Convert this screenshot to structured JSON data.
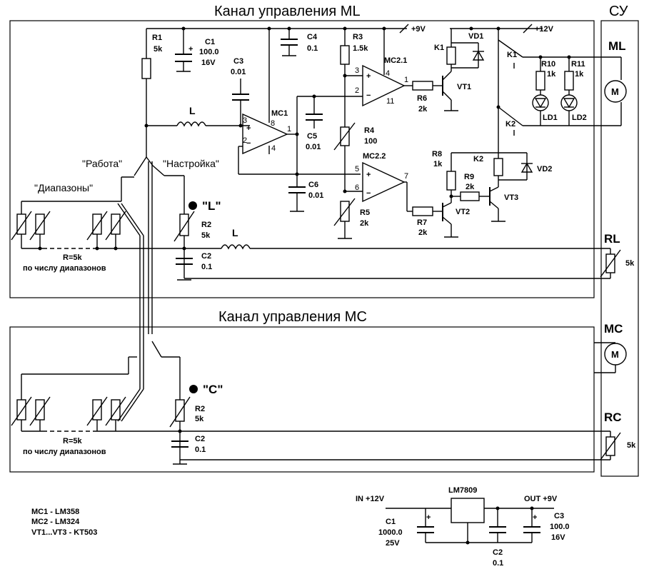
{
  "titles": {
    "ml_channel": "Канал управления ML",
    "mc_channel": "Канал управления МС",
    "su": "СУ"
  },
  "connectors": {
    "ml": "ML",
    "rl": "RL",
    "mc": "MC",
    "rc": "RC",
    "motor_symbol": "M",
    "rl_value": "5k",
    "rc_value": "5k"
  },
  "rails": {
    "plus9": "+9V",
    "plus12": "+12V"
  },
  "switches": {
    "rabota": "\"Работа\"",
    "nastroyka": "\"Настройка\"",
    "diapazony": "\"Диапазоны\""
  },
  "test_points": {
    "l": "\"L\"",
    "c": "\"C\""
  },
  "ml_components": {
    "r1": [
      "R1",
      "5k"
    ],
    "c1": [
      "C1",
      "100.0",
      "16V"
    ],
    "c3": [
      "C3",
      "0.01"
    ],
    "c4": [
      "C4",
      "0.1"
    ],
    "r3": [
      "R3",
      "1.5k"
    ],
    "mc21": "MC2.1",
    "mc1": "MC1",
    "vd1": "VD1",
    "k1": "K1",
    "k1_contact": "K1",
    "r10": [
      "R10",
      "1k"
    ],
    "r11": [
      "R11",
      "1k"
    ],
    "ld1": "LD1",
    "ld2": "LD2",
    "r6": [
      "R6",
      "2k"
    ],
    "vt1": "VT1",
    "l_upper": "L",
    "c5": [
      "C5",
      "0.01"
    ],
    "r4": [
      "R4",
      "100"
    ],
    "k2_contact": "K2",
    "k2": "K2",
    "vd2": "VD2",
    "r8": [
      "R8",
      "1k"
    ],
    "r9": [
      "R9",
      "2k"
    ],
    "mc22": "MC2.2",
    "c6": [
      "C6",
      "0.01"
    ],
    "r5": [
      "R5",
      "2k"
    ],
    "r7": [
      "R7",
      "2k"
    ],
    "vt2": "VT2",
    "vt3": "VT3",
    "r2": [
      "R2",
      "5k"
    ],
    "l_lower": "L",
    "c2": [
      "C2",
      "0.1"
    ],
    "r_bank": [
      "R=5k",
      "по числу диапазонов"
    ]
  },
  "mc_components": {
    "r2": [
      "R2",
      "5k"
    ],
    "c2": [
      "C2",
      "0.1"
    ],
    "r_bank": [
      "R=5k",
      "по числу диапазонов"
    ]
  },
  "pins": {
    "mc1": [
      "8",
      "3",
      "2",
      "1",
      "4"
    ],
    "mc21": [
      "3",
      "2",
      "4",
      "1",
      "11"
    ],
    "mc22": [
      "5",
      "6",
      "7"
    ]
  },
  "legend": [
    "MC1 - LM358",
    "MC2 - LM324",
    "VT1...VT3 - KT503"
  ],
  "psu": {
    "reg": "LM7809",
    "in": "IN +12V",
    "out": "OUT +9V",
    "c1": [
      "C1",
      "1000.0",
      "25V"
    ],
    "c2": [
      "C2",
      "0.1"
    ],
    "c3": [
      "C3",
      "100.0",
      "16V"
    ]
  }
}
